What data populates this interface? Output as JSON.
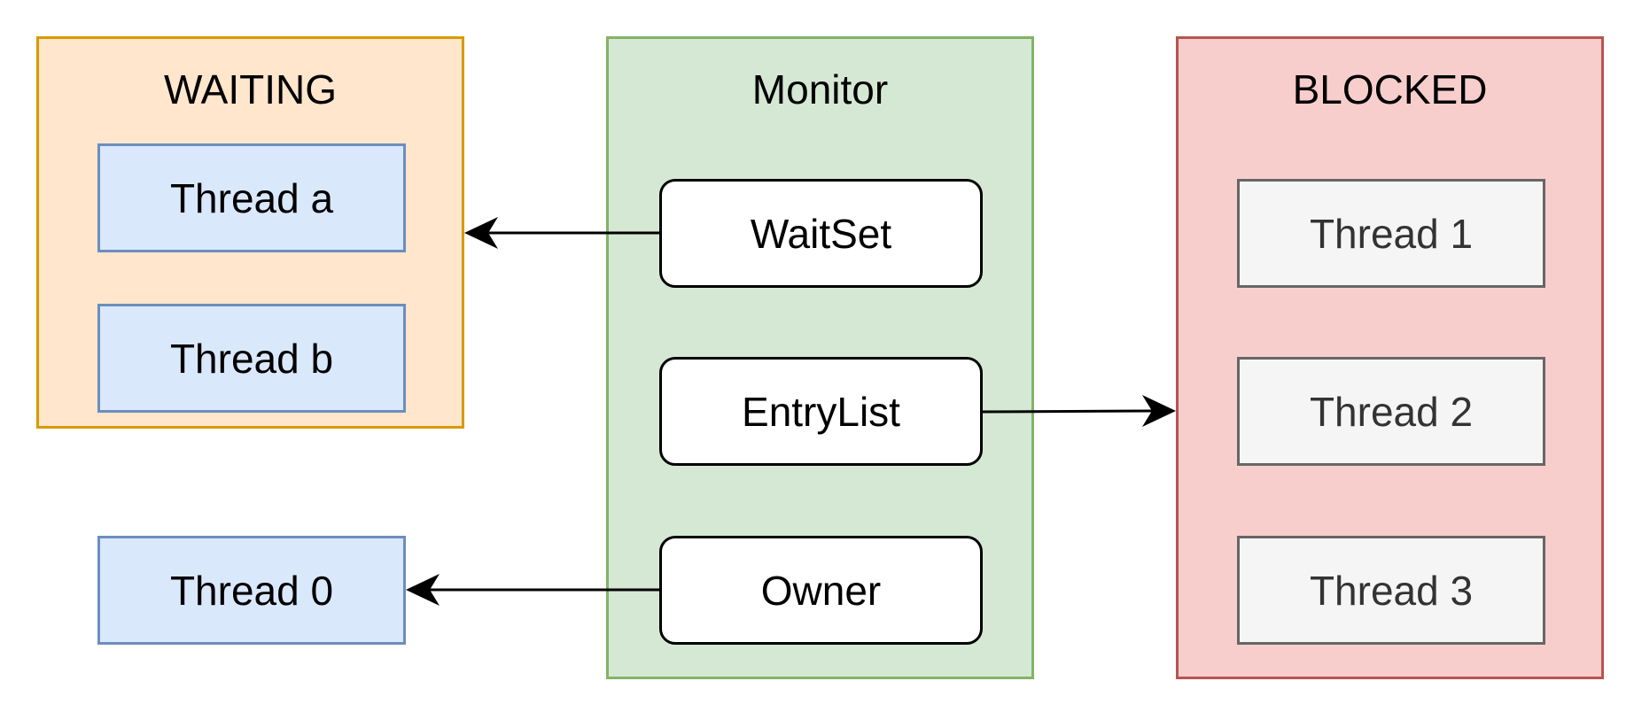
{
  "colors": {
    "waiting_fill": "#ffe6cc",
    "waiting_stroke": "#d79b00",
    "monitor_fill": "#d5e8d4",
    "monitor_stroke": "#82b366",
    "blocked_fill": "#f8cecc",
    "blocked_stroke": "#b85450",
    "thread_blue_fill": "#dae8fc",
    "thread_blue_stroke": "#6c8ebf",
    "thread_grey_fill": "#f5f5f5",
    "thread_grey_stroke": "#666666",
    "thread_grey_text": "#333333",
    "arrow": "#000000"
  },
  "waiting": {
    "title": "WAITING",
    "threads": [
      "Thread a",
      "Thread b"
    ]
  },
  "monitor": {
    "title": "Monitor",
    "fields": [
      "WaitSet",
      "EntryList",
      "Owner"
    ]
  },
  "blocked": {
    "title": "BLOCKED",
    "threads": [
      "Thread 1",
      "Thread 2",
      "Thread 3"
    ]
  },
  "owner_thread": "Thread 0"
}
